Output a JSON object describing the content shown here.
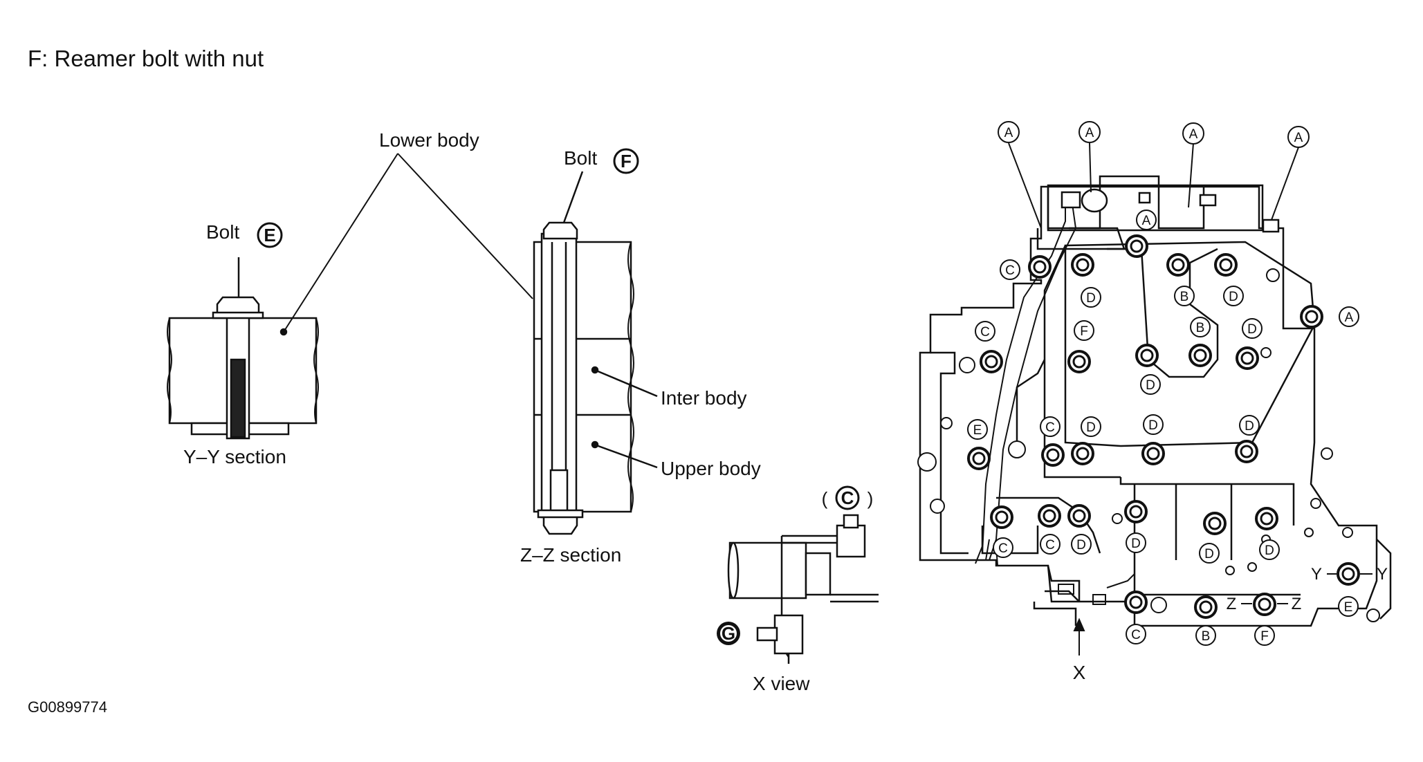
{
  "header": {
    "title": "F: Reamer bolt with nut"
  },
  "labels": {
    "lower_body": "Lower body",
    "bolt_e": "Bolt",
    "bolt_f": "Bolt",
    "inter_body": "Inter body",
    "upper_body": "Upper body",
    "yy_section": "Y–Y section",
    "zz_section": "Z–Z section",
    "x_view": "X view",
    "x_arrow": "X",
    "y_left": "Y",
    "y_right": "Y",
    "z_left": "Z",
    "z_right": "Z"
  },
  "markers": {
    "a": "A",
    "b": "B",
    "c": "C",
    "d": "D",
    "e": "E",
    "f": "F",
    "g": "G",
    "c_paren_open": "(",
    "c_paren_close": ")"
  },
  "footer": {
    "code": "G00899774"
  }
}
